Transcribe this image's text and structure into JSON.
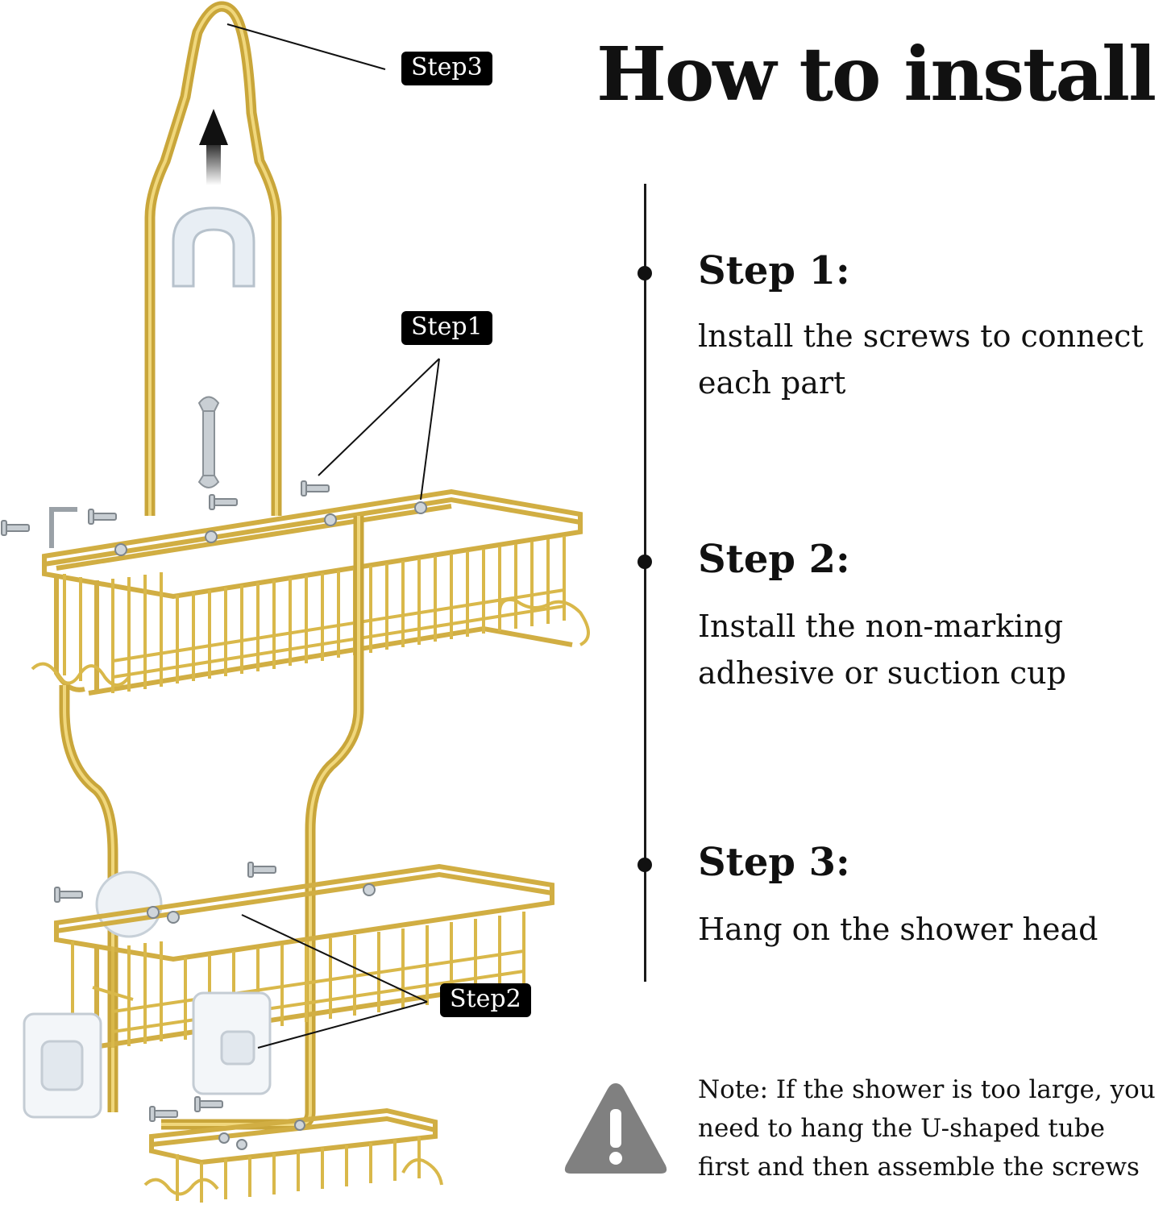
{
  "title": "How to install",
  "callouts": {
    "step1": "Step1",
    "step2": "Step2",
    "step3": "Step3"
  },
  "steps": [
    {
      "heading": "Step 1:",
      "text": "lnstall the screws to connect each part"
    },
    {
      "heading": "Step 2:",
      "text": "Install the non-marking adhesive or suction cup"
    },
    {
      "heading": "Step 3:",
      "text": "Hang on the shower head"
    }
  ],
  "note": "Note: If the shower is too large, you need to hang the U-shaped tube first and then assemble the screws",
  "colors": {
    "gold": "#d9b84a",
    "gold_dark": "#b08f25",
    "text": "#111111",
    "warning_gray": "#808080",
    "label_bg": "#000000"
  },
  "icons": [
    "warning-icon",
    "up-arrow-icon",
    "wrench-icon",
    "screw-icon",
    "allen-key-icon"
  ]
}
